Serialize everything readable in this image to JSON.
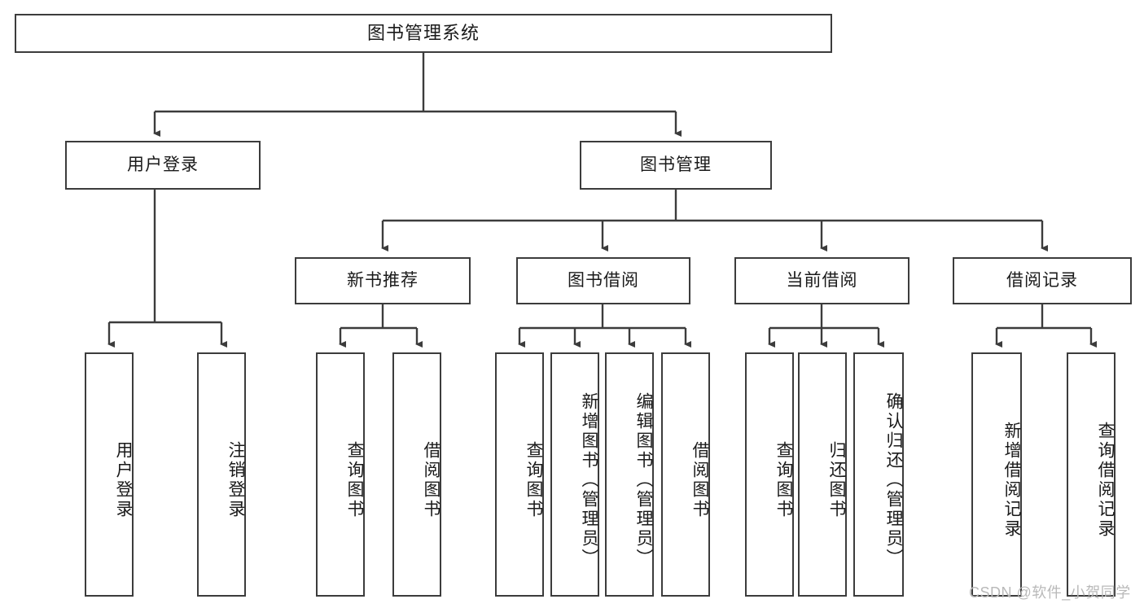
{
  "diagram": {
    "title": "图书管理系统",
    "type": "tree-hierarchy",
    "background_color": "#ffffff",
    "border_color": "#3c3c3c",
    "text_color": "#1a1a1a",
    "root": {
      "label": "图书管理系统",
      "children": [
        {
          "label": "用户登录",
          "children": [
            {
              "label": "用户登录"
            },
            {
              "label": "注销登录"
            }
          ]
        },
        {
          "label": "图书管理",
          "children": [
            {
              "label": "新书推荐",
              "children": [
                {
                  "label": "查询图书"
                },
                {
                  "label": "借阅图书"
                }
              ]
            },
            {
              "label": "图书借阅",
              "children": [
                {
                  "label": "查询图书"
                },
                {
                  "label": "新增图书（管理员）"
                },
                {
                  "label": "编辑图书（管理员）"
                },
                {
                  "label": "借阅图书"
                }
              ]
            },
            {
              "label": "当前借阅",
              "children": [
                {
                  "label": "查询图书"
                },
                {
                  "label": "归还图书"
                },
                {
                  "label": "确认归还（管理员）"
                }
              ]
            },
            {
              "label": "借阅记录",
              "children": [
                {
                  "label": "新增借阅记录"
                },
                {
                  "label": "查询借阅记录"
                }
              ]
            }
          ]
        }
      ]
    }
  },
  "watermark": {
    "text": "CSDN @软件_小贺同学"
  }
}
